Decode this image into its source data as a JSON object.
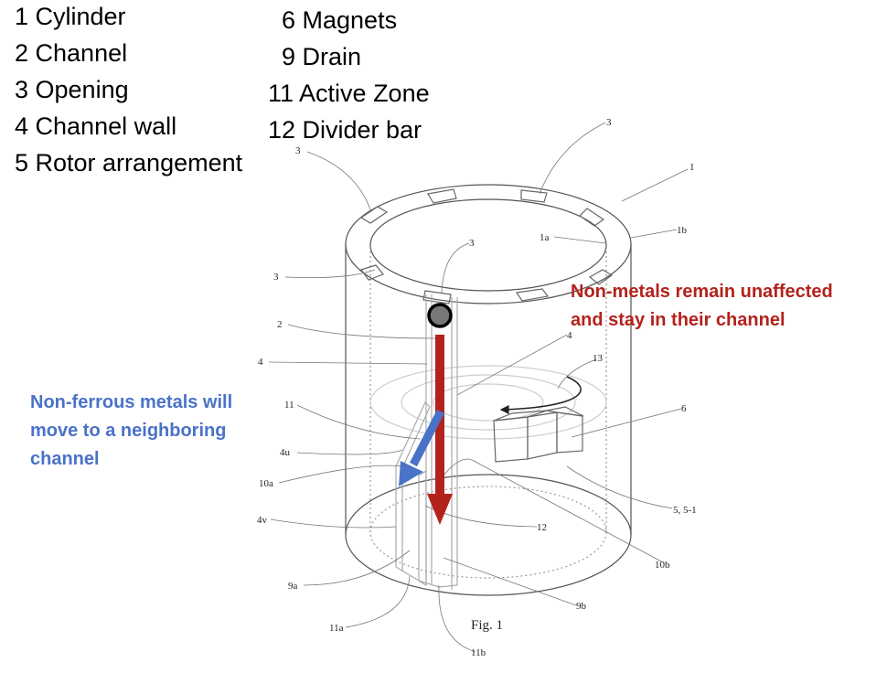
{
  "legend": {
    "left": [
      "1 Cylinder",
      "2 Channel",
      "3 Opening",
      "4 Channel wall",
      "5 Rotor arrangement"
    ],
    "right": [
      "6 Magnets",
      "9 Drain",
      "11 Active Zone",
      "12 Divider bar"
    ]
  },
  "annotations": {
    "non_metals": [
      "Non-metals remain unaffected",
      "and stay in their channel"
    ],
    "non_ferrous": [
      "Non-ferrous metals will",
      "move to a neighboring",
      "channel"
    ]
  },
  "figure_caption": "Fig. 1",
  "part_labels": [
    "3",
    "3",
    "1",
    "1b",
    "1a",
    "3",
    "3",
    "2",
    "4",
    "4",
    "13",
    "11",
    "4u",
    "10a",
    "6",
    "5, 5-1",
    "4v",
    "12",
    "10b",
    "9a",
    "9b",
    "11a",
    "11b"
  ],
  "colors": {
    "non_metal_arrow": "#b3221c",
    "non_ferrous_arrow": "#4a72c8",
    "particle": "#777777"
  }
}
